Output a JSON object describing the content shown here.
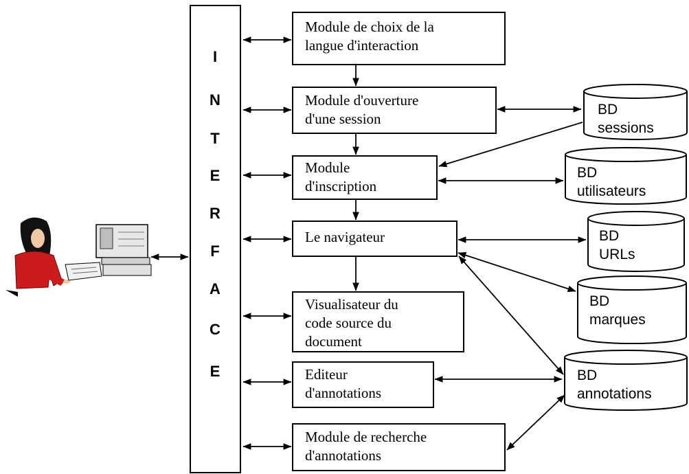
{
  "interface": {
    "letters": [
      "I",
      "N",
      "T",
      "E",
      "R",
      "F",
      "A",
      "C",
      "E"
    ]
  },
  "modules": [
    {
      "id": "langue",
      "text": "Module de choix de la\nlangue d'interaction"
    },
    {
      "id": "ouverture",
      "text": "Module d'ouverture\nd'une session"
    },
    {
      "id": "inscription",
      "text": "Module\nd'inscription"
    },
    {
      "id": "navigateur",
      "text": "Le navigateur"
    },
    {
      "id": "visualisateur",
      "text": "Visualisateur du\ncode source du\ndocument"
    },
    {
      "id": "editeur",
      "text": "Editeur\nd'annotations"
    },
    {
      "id": "recherche",
      "text": "Module de recherche\nd'annotations"
    }
  ],
  "databases": [
    {
      "id": "sessions",
      "text": "BD\nsessions"
    },
    {
      "id": "utilisateurs",
      "text": "BD\nutilisateurs"
    },
    {
      "id": "urls",
      "text": "BD\nURLs"
    },
    {
      "id": "marques",
      "text": "BD\nmarques"
    },
    {
      "id": "annotations",
      "text": "BD\nannotations"
    }
  ],
  "user_icon": "user-at-computer-icon"
}
